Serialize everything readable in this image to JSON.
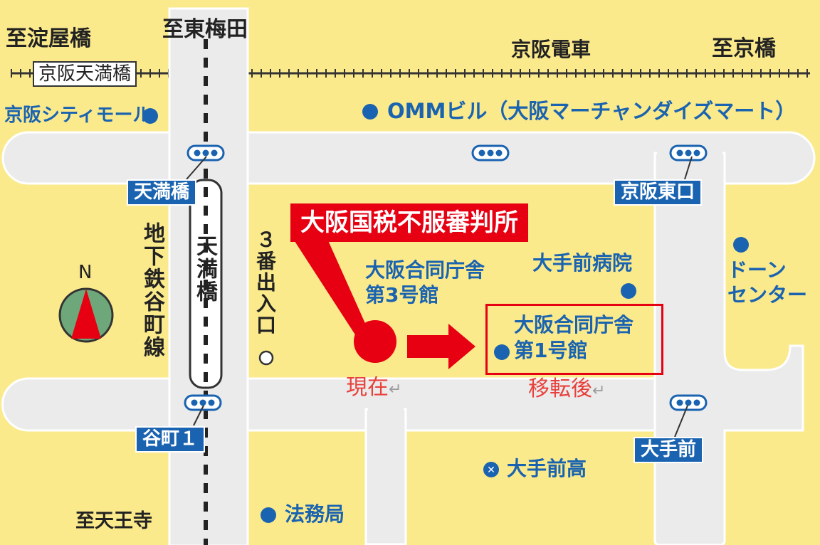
{
  "directions": {
    "yodoyabashi": "至淀屋橋",
    "higashi_umeda": "至東梅田",
    "kyobashi": "至京橋",
    "tennoji": "至天王寺"
  },
  "railway": {
    "name": "京阪電車",
    "station": "京阪天満橋"
  },
  "stations": {
    "tenmabashi": "天満橋",
    "keihan_higashiguchi": "京阪東口",
    "tanimachi1": "谷町１",
    "otemae": "大手前"
  },
  "subway_line": "地下鉄谷町線",
  "street_name": "天満橋",
  "exit_label": "３番出入口",
  "landmarks": {
    "city_mall": "京阪シティモール",
    "omm": "OMMビル（大阪マーチャンダイズマート）",
    "building3_line1": "大阪合同庁舎",
    "building3_line2": "第3号館",
    "otemae_hospital": "大手前病院",
    "dawn_line1": "ドーン",
    "dawn_line2": "センター",
    "building1_line1": "大阪合同庁舎",
    "building1_line2": "第1号館",
    "otemae_high": "大手前高",
    "legal_bureau": "法務局"
  },
  "callout": "大阪国税不服審判所",
  "notes": {
    "current": "現在",
    "after_move": "移転後",
    "return_mark": "↵"
  },
  "compass": "N",
  "colors": {
    "background": "#fbea8c",
    "road": "#ebebeb",
    "blue": "#1a63b0",
    "red": "#e60012",
    "compass_green": "#6ea87a"
  },
  "icons": {
    "traffic_light": "traffic-light-icon",
    "school": "school-icon",
    "exit": "exit-circle-icon",
    "compass": "compass-icon"
  }
}
